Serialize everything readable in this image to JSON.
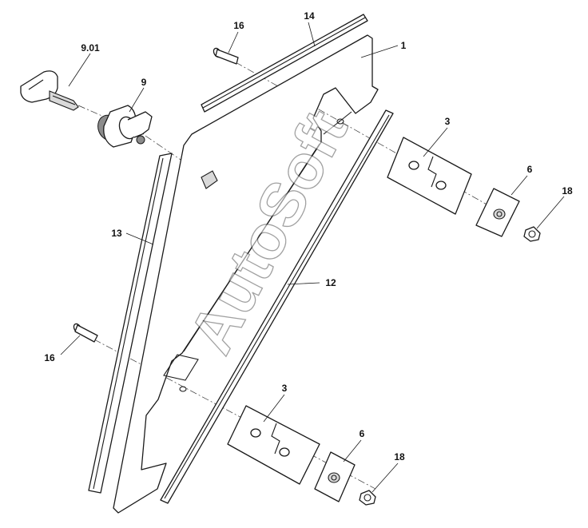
{
  "watermark": "AutoSoft",
  "callouts": [
    {
      "id": "9.01"
    },
    {
      "id": "9"
    },
    {
      "id": "16"
    },
    {
      "id": "14"
    },
    {
      "id": "1"
    },
    {
      "id": "3"
    },
    {
      "id": "6"
    },
    {
      "id": "18"
    },
    {
      "id": "13"
    },
    {
      "id": "12"
    },
    {
      "id": "16"
    },
    {
      "id": "3"
    },
    {
      "id": "6"
    },
    {
      "id": "18"
    }
  ]
}
